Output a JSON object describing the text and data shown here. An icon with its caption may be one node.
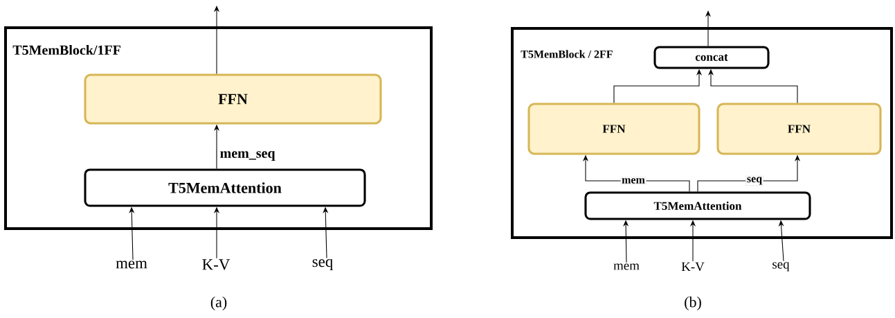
{
  "diagram": {
    "nodes": [
      {
        "text": [
          "T5MemBlock/1FF"
        ]
      },
      {
        "text": [
          "FFN"
        ],
        "in": 0
      },
      {
        "text": [
          "T5MemAttention"
        ],
        "in": 0
      },
      {
        "text": [
          "mem"
        ]
      },
      {
        "text": [
          "K-V"
        ]
      },
      {
        "text": [
          "seq"
        ]
      },
      {
        "text": [
          "T5MemBlock / 2FF"
        ]
      },
      {
        "text": [
          "concat"
        ],
        "in": 6
      },
      {
        "text": [
          "FFN"
        ],
        "in": 6
      },
      {
        "text": [
          "FFN"
        ],
        "in": 6
      },
      {
        "text": [
          "T5MemAttention"
        ],
        "in": 6
      },
      {
        "text": [
          "mem"
        ]
      },
      {
        "text": [
          "K-V"
        ]
      },
      {
        "text": [
          "seq"
        ]
      }
    ],
    "edges": [
      {
        "from": 1,
        "to": null,
        "arrow": "to"
      },
      {
        "from": 2,
        "to": 1,
        "arrow": "to",
        "label": "mem_seq"
      },
      {
        "from": 3,
        "to": 2,
        "arrow": "to"
      },
      {
        "from": 4,
        "to": 2,
        "arrow": "to"
      },
      {
        "from": 5,
        "to": 2,
        "arrow": "to"
      },
      {
        "from": 7,
        "to": null,
        "arrow": "to"
      },
      {
        "from": 8,
        "to": 7,
        "arrow": "to"
      },
      {
        "from": 9,
        "to": 7,
        "arrow": "to"
      },
      {
        "from": 10,
        "to": 8,
        "arrow": "to",
        "label": "mem"
      },
      {
        "from": 10,
        "to": 9,
        "arrow": "to",
        "label": "seq"
      },
      {
        "from": 11,
        "to": 10,
        "arrow": "to"
      },
      {
        "from": 12,
        "to": 10,
        "arrow": "to"
      },
      {
        "from": 13,
        "to": 10,
        "arrow": "to"
      }
    ],
    "labels": [
      "(a)",
      "(b)"
    ]
  }
}
